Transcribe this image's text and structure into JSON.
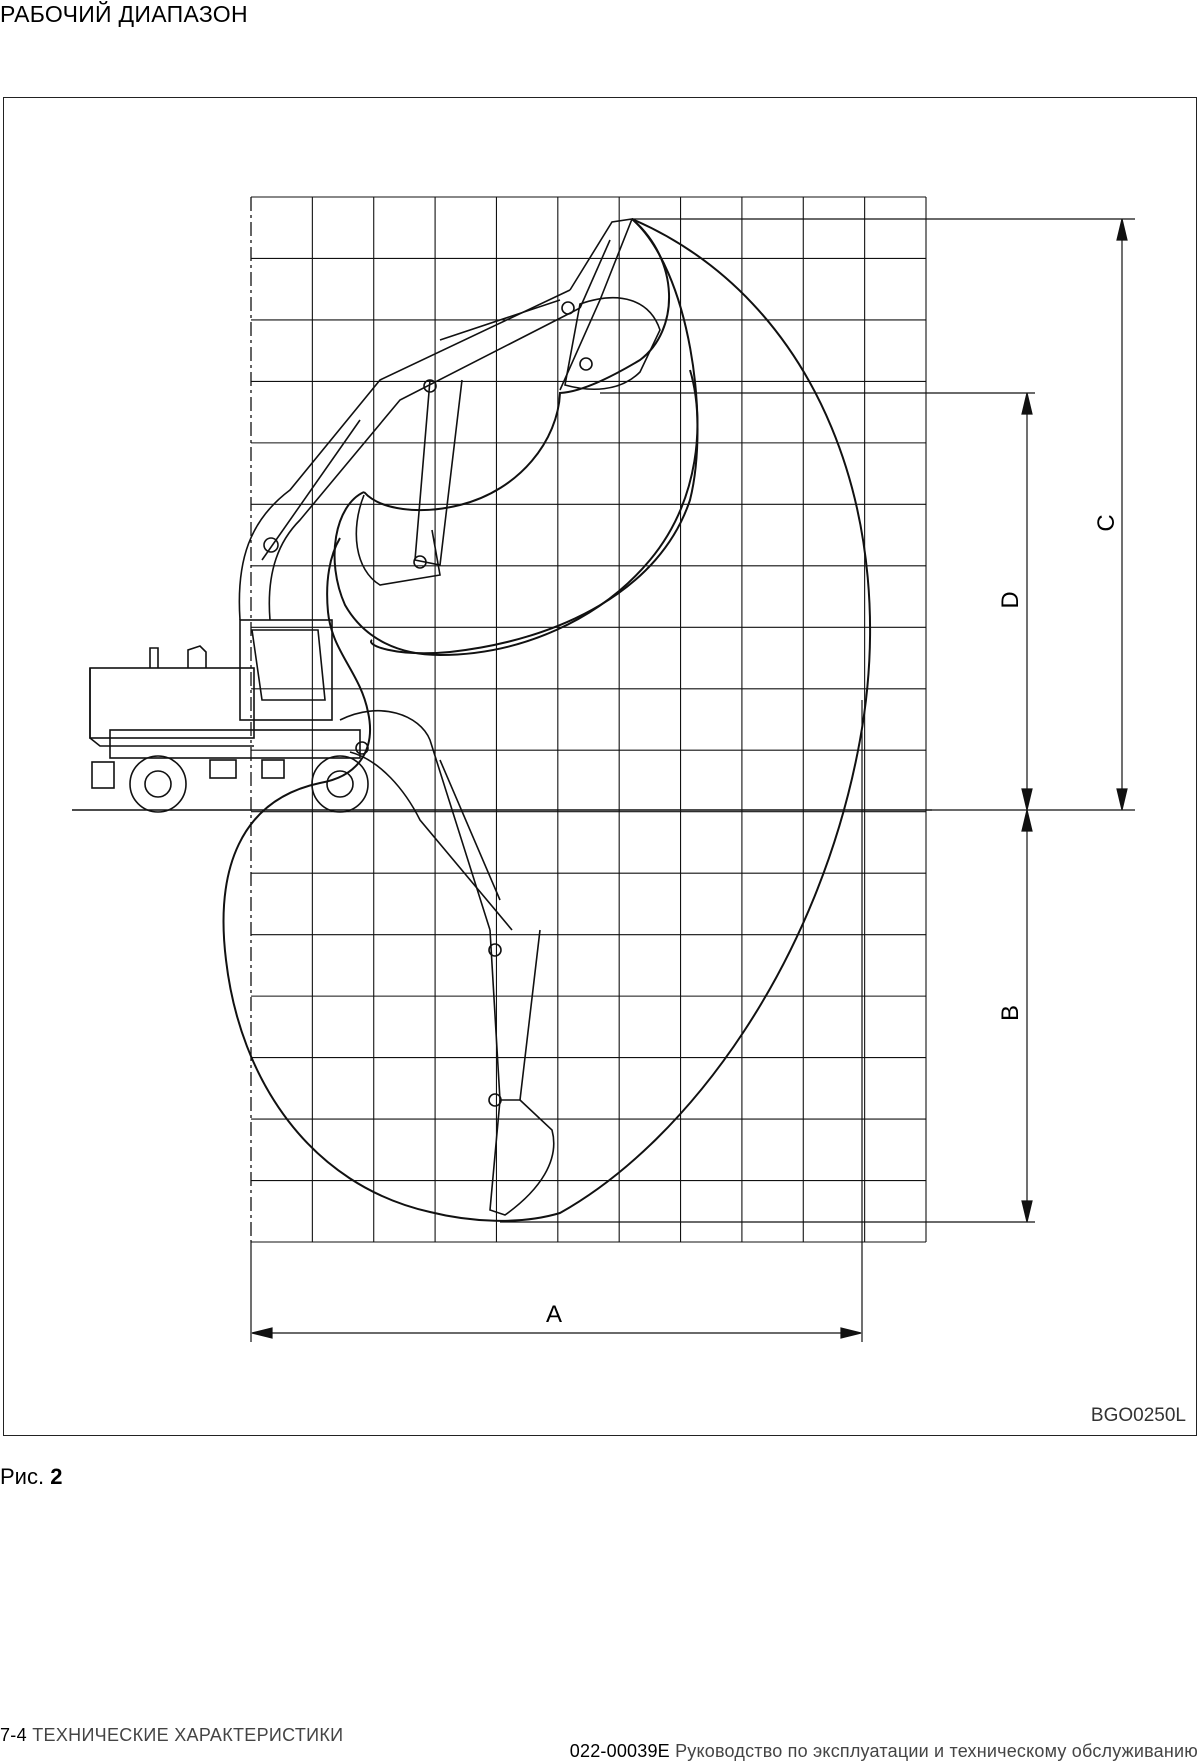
{
  "heading": "РАБОЧИЙ ДИАПАЗОН",
  "figure": {
    "code": "BGO0250L",
    "dimensions": {
      "a": "A",
      "b": "B",
      "c": "C",
      "d": "D"
    }
  },
  "caption": {
    "prefix": "Рис.",
    "number": "2"
  },
  "footer": {
    "page_number": "7-4",
    "section": "ТЕХНИЧЕСКИЕ ХАРАКТЕРИСТИКИ",
    "doc_code": "022-00039E",
    "doc_title": "Руководство по эксплуатации и техническому обслуживанию"
  }
}
